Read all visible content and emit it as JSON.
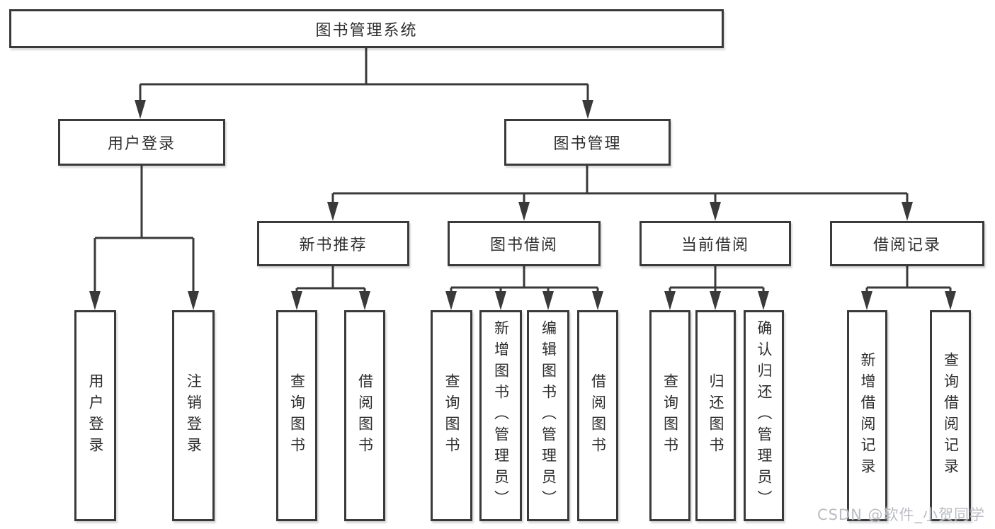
{
  "diagram": {
    "root": {
      "label": "图书管理系统"
    },
    "user_login": {
      "label": "用户登录",
      "children": [
        {
          "label": "用户登录"
        },
        {
          "label": "注销登录"
        }
      ]
    },
    "book_management": {
      "label": "图书管理",
      "children": [
        {
          "label": "新书推荐",
          "children": [
            {
              "label": "查询图书"
            },
            {
              "label": "借阅图书"
            }
          ]
        },
        {
          "label": "图书借阅",
          "children": [
            {
              "label": "查询图书"
            },
            {
              "label": "新增图书（管理员）"
            },
            {
              "label": "编辑图书（管理员）"
            },
            {
              "label": "借阅图书"
            }
          ]
        },
        {
          "label": "当前借阅",
          "children": [
            {
              "label": "查询图书"
            },
            {
              "label": "归还图书"
            },
            {
              "label": "确认归还（管理员）"
            }
          ]
        },
        {
          "label": "借阅记录",
          "children": [
            {
              "label": "新增借阅记录"
            },
            {
              "label": "查询借阅记录"
            }
          ]
        }
      ]
    }
  },
  "watermark": {
    "text": "CSDN @软件_小贺同学"
  },
  "colors": {
    "line": "#3a3a3a",
    "text": "#2e2e2e",
    "background": "#ffffff",
    "watermark": "#b9bdc3"
  }
}
